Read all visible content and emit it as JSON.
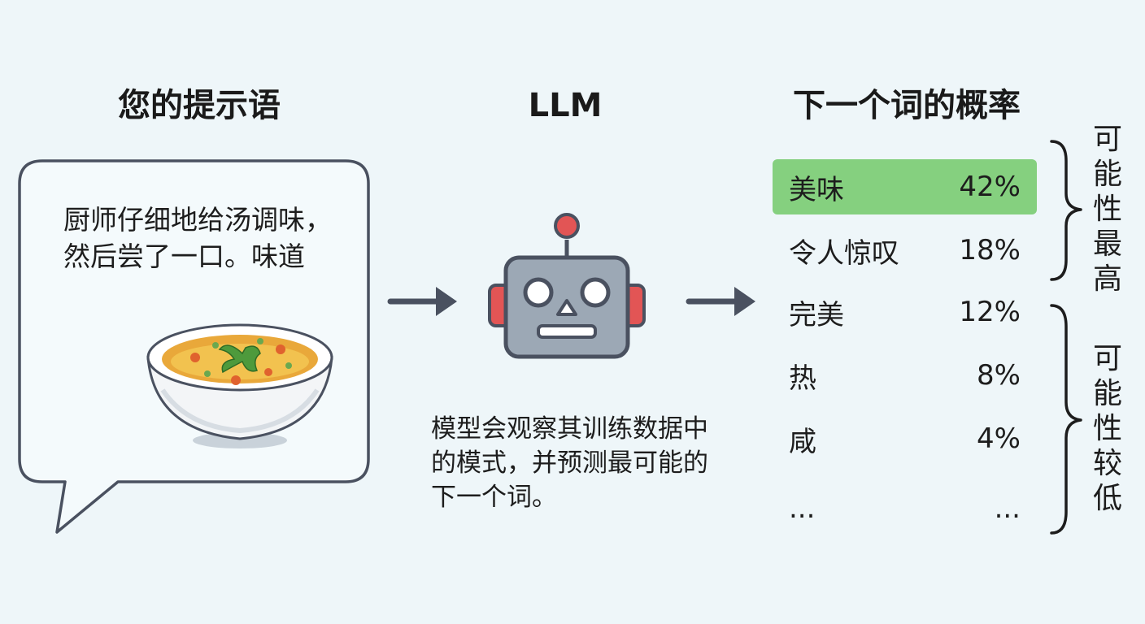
{
  "columns": {
    "prompt_title": "您的提示语",
    "llm_title": "LLM",
    "probability_title": "下一个词的概率"
  },
  "prompt": {
    "text": "厨师仔细地给汤调味，然后尝了一口。味道"
  },
  "llm": {
    "description": "模型会观察其训练数据中的模式，并预测最可能的下一个词。"
  },
  "predictions": [
    {
      "word": "美味",
      "probability": "42%",
      "highlighted": true
    },
    {
      "word": "令人惊叹",
      "probability": "18%",
      "highlighted": false
    },
    {
      "word": "完美",
      "probability": "12%",
      "highlighted": false
    },
    {
      "word": "热",
      "probability": "8%",
      "highlighted": false
    },
    {
      "word": "咸",
      "probability": "4%",
      "highlighted": false
    },
    {
      "word": "...",
      "probability": "...",
      "highlighted": false
    }
  ],
  "groups": {
    "most_likely": "可能性最高",
    "less_likely": "可能性较低"
  },
  "icons": [
    "soup-bowl-icon",
    "robot-icon",
    "arrow-right-icon"
  ],
  "colors": {
    "highlight": "#85d07f",
    "robot_body": "#9ca8b5",
    "robot_accent": "#e25555",
    "arrow": "#4a5160"
  }
}
